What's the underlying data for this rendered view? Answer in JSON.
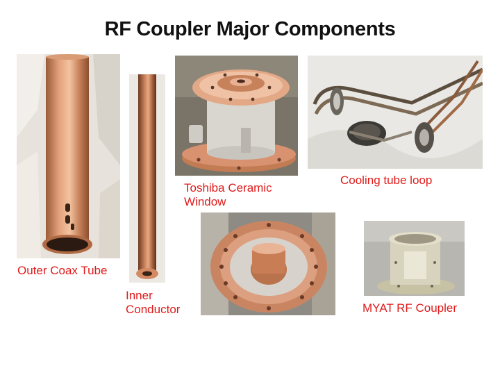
{
  "slide": {
    "title": "RF Coupler Major Components"
  },
  "components": [
    {
      "id": "outer-coax-tube",
      "caption": "Outer Coax Tube"
    },
    {
      "id": "inner-conductor",
      "caption_line1": "Inner",
      "caption_line2": "Conductor"
    },
    {
      "id": "toshiba-ceramic-window",
      "caption_line1": "Toshiba Ceramic",
      "caption_line2": "Window"
    },
    {
      "id": "cooling-tube-loop",
      "caption": "Cooling tube loop"
    },
    {
      "id": "myat-rf-coupler",
      "caption": "MYAT RF Coupler"
    }
  ],
  "colors": {
    "caption": "#e01a1a",
    "title": "#111111",
    "copper": "#c8805a",
    "background": "#ffffff"
  }
}
